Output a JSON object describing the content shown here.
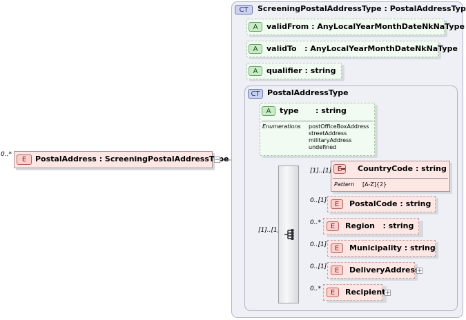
{
  "root": {
    "occurs": "0..*",
    "badge": "E",
    "label": "PostalAddress : ScreeningPostalAddressType",
    "toggle": "−"
  },
  "outer_type": {
    "badge": "CT",
    "label": "ScreeningPostalAddressType : PostalAddressType"
  },
  "attributes": [
    {
      "badge": "A",
      "label": "validFrom : AnyLocalYearMonthDateNkNaType"
    },
    {
      "badge": "A",
      "label": "validTo   : AnyLocalYearMonthDateNkNaType"
    },
    {
      "badge": "A",
      "label": "qualifier : string"
    }
  ],
  "inner_type": {
    "badge": "CT",
    "label": "PostalAddressType",
    "type_attr": {
      "badge": "A",
      "name": "type",
      "type": ": string",
      "enum_label": "Enumerations",
      "enum_values": [
        "postOfficeBoxAddress",
        "streetAddress",
        "militaryAddress",
        "undefined"
      ]
    },
    "sequence_occurs": "[1]..[1]"
  },
  "elements": [
    {
      "occurs": "[1]..[1]",
      "badge": "E",
      "label": "CountryCode : string",
      "pattern_label": "Pattern",
      "pattern_value": "[A-Z]{2}"
    },
    {
      "occurs": "0..[1]",
      "badge": "E",
      "label": "PostalCode : string"
    },
    {
      "occurs": "0..*",
      "badge": "E",
      "label": "Region   : string"
    },
    {
      "occurs": "0..[1]",
      "badge": "E",
      "label": "Municipality : string"
    },
    {
      "occurs": "0..[1]",
      "badge": "E",
      "label": "DeliveryAddress",
      "toggle": "+"
    },
    {
      "occurs": "0..*",
      "badge": "E",
      "label": "Recipient",
      "toggle": "+"
    }
  ]
}
